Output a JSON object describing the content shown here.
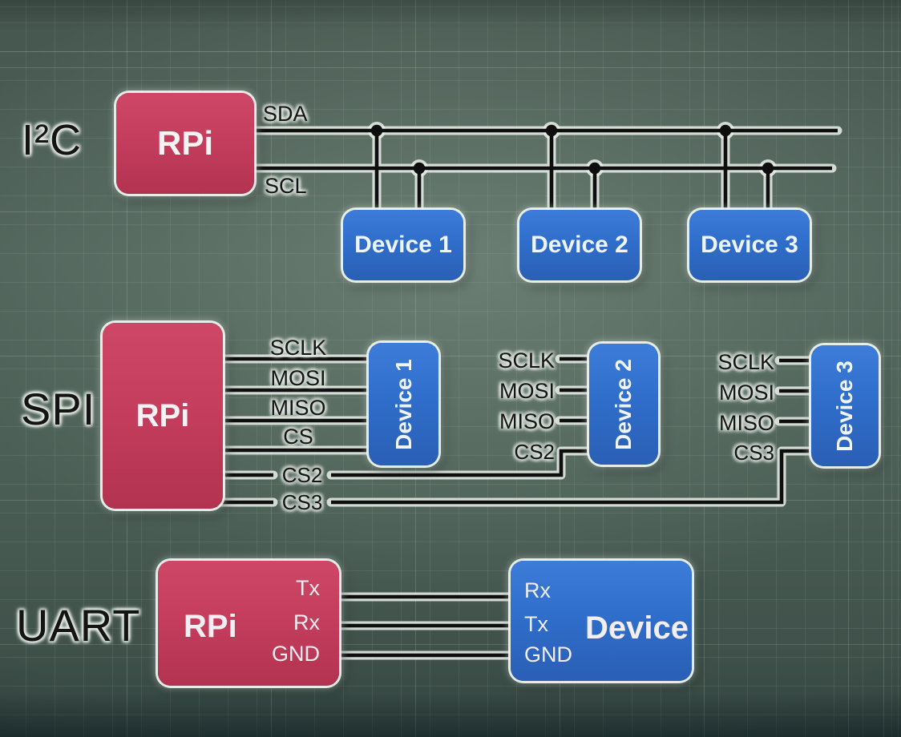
{
  "colors": {
    "rpi_box": "#c43d5d",
    "device_box": "#2f6dca",
    "wire": "#0e0e0e",
    "wire_glow": "#e9efe9",
    "board_background": "#4c5f56",
    "chalk_text": "#141414"
  },
  "i2c": {
    "section_label": "I²C",
    "rpi_label": "RPi",
    "sda_label": "SDA",
    "scl_label": "SCL",
    "devices": [
      {
        "label": "Device 1"
      },
      {
        "label": "Device 2"
      },
      {
        "label": "Device 3"
      }
    ]
  },
  "spi": {
    "section_label": "SPI",
    "rpi_label": "RPi",
    "bus1_pin_labels": [
      "SCLK",
      "MOSI",
      "MISO",
      "CS"
    ],
    "cs2_line_label": "CS2",
    "cs3_line_label": "CS3",
    "device1": {
      "label": "Device 1"
    },
    "device2": {
      "label": "Device 2",
      "pins": [
        "SCLK",
        "MOSI",
        "MISO",
        "CS2"
      ]
    },
    "device3": {
      "label": "Device 3",
      "pins": [
        "SCLK",
        "MOSI",
        "MISO",
        "CS3"
      ]
    }
  },
  "uart": {
    "section_label": "UART",
    "rpi": {
      "label": "RPi",
      "pins": [
        "Tx",
        "Rx",
        "GND"
      ]
    },
    "device": {
      "label": "Device",
      "pins": [
        "Rx",
        "Tx",
        "GND"
      ]
    }
  }
}
